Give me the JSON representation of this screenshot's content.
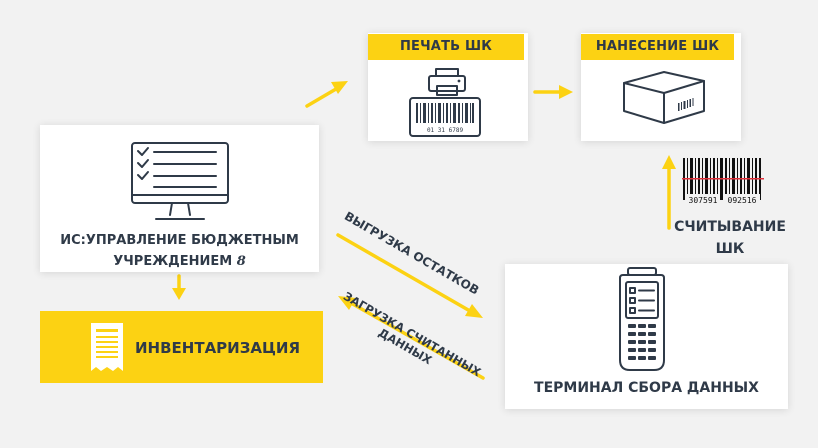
{
  "nodes": {
    "print_label": "ПЕЧАТЬ ШК",
    "apply_label": "НАНЕСЕНИЕ ШК",
    "is_line1": "ИС:УПРАВЛЕНИЕ БЮДЖЕТНЫМ",
    "is_line2": "УЧРЕЖДЕНИЕМ",
    "is_mark": "8",
    "inventory_label": "ИНВЕНТАРИЗАЦИЯ",
    "scan_line1": "СЧИТЫВАНИЕ",
    "scan_line2": "ШК",
    "terminal_label": "ТЕРМИНАЛ СБОРА ДАННЫХ"
  },
  "edges": {
    "upload_label": "ВЫГРУЗКА ОСТАТКОВ",
    "download_line1": "ЗАГРУЗКА СЧИТАННЫХ",
    "download_line2": "ДАННЫХ"
  },
  "barcodes": {
    "printer_digits": "01 31 6789",
    "scan_digits_left": "307591",
    "scan_digits_right": "092516"
  },
  "colors": {
    "accent": "#fcd213",
    "text": "#2f3a48",
    "scan_line": "#e0303a"
  },
  "icons": [
    "monitor-checklist-icon",
    "printer-icon",
    "barcode-label-icon",
    "box-icon",
    "document-icon",
    "barcode-icon",
    "scanner-terminal-icon"
  ]
}
